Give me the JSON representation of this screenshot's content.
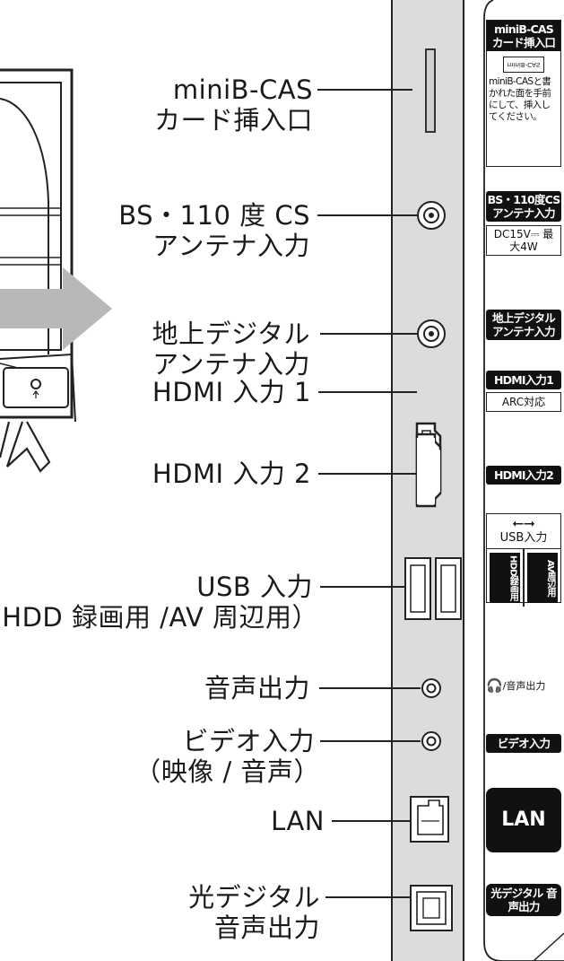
{
  "labels": [
    {
      "line1": "miniB-CAS",
      "line2": "カード挿入口"
    },
    {
      "line1": "BS・110 度 CS",
      "line2": "アンテナ入力"
    },
    {
      "line1": "地上デジタル",
      "line2": "アンテナ入力"
    },
    {
      "line1": "HDMI 入力 1"
    },
    {
      "line1": "HDMI 入力 2"
    },
    {
      "line1": "USB 入力",
      "line2": "（HDD 録画用 /AV 周辺用）"
    },
    {
      "line1": "音声出力"
    },
    {
      "line1": "ビデオ入力",
      "line2": "（映像 / 音声）"
    },
    {
      "line1": "LAN"
    },
    {
      "line1": "光デジタル",
      "line2": "音声出力"
    }
  ],
  "side_labels": {
    "minibcas_title": "miniB-CAS カード挿入口",
    "minibcas_card": "miniB-CAS",
    "minibcas_note": "miniB-CASと書かれた面を手前にして、挿入してください。",
    "bs_title": "BS・110度CS アンテナ入力",
    "bs_power": "DC15V⎓ 最大4W",
    "terrestrial": "地上デジタル アンテナ入力",
    "hdmi1": "HDMI入力1",
    "hdmi1_arc": "ARC対応",
    "hdmi2": "HDMI入力2",
    "usb": "USB入力",
    "usb_hdd": "HDD録画用",
    "usb_av": "AV周辺用",
    "audio_out": "/音声出力",
    "video_in": "ビデオ入力",
    "lan": "LAN",
    "optical": "光デジタル 音声出力"
  }
}
